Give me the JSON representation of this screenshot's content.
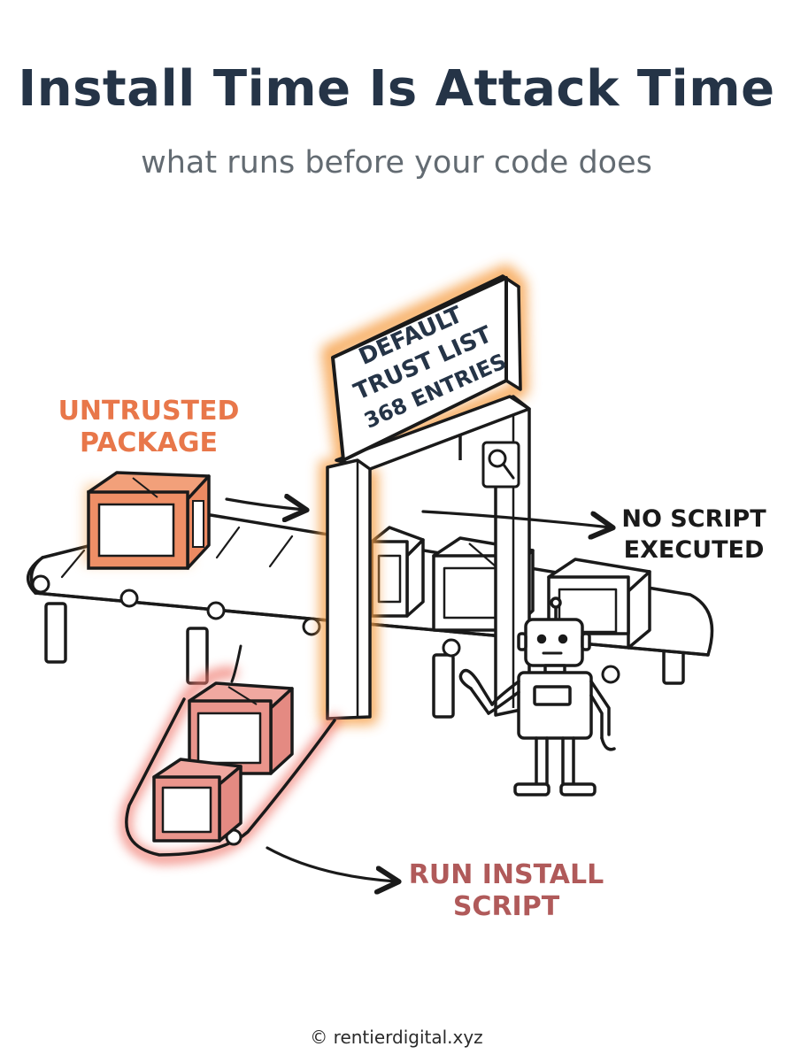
{
  "header": {
    "title": "Install Time Is Attack Time",
    "subtitle": "what runs before your code does"
  },
  "gate_sign": {
    "line1": "DEFAULT",
    "line2": "TRUST LIST",
    "line3": "368 ENTRIES"
  },
  "labels": {
    "untrusted_line1": "UNTRUSTED",
    "untrusted_line2": "PACKAGE",
    "no_script_line1": "NO SCRIPT",
    "no_script_line2": "EXECUTED",
    "run_install_line1": "RUN INSTALL",
    "run_install_line2": "SCRIPT"
  },
  "footer": {
    "copyright": "© rentierdigital.xyz"
  },
  "colors": {
    "title": "#253447",
    "subtitle": "#636b72",
    "untrusted": "#e8774a",
    "run_install": "#b05a5a",
    "glow_orange": "#f6a04a",
    "glow_red": "#f07a70",
    "ink": "#1a1a1a"
  },
  "icons": {
    "inspection": "magnifier-icon",
    "worker": "robot-icon"
  }
}
